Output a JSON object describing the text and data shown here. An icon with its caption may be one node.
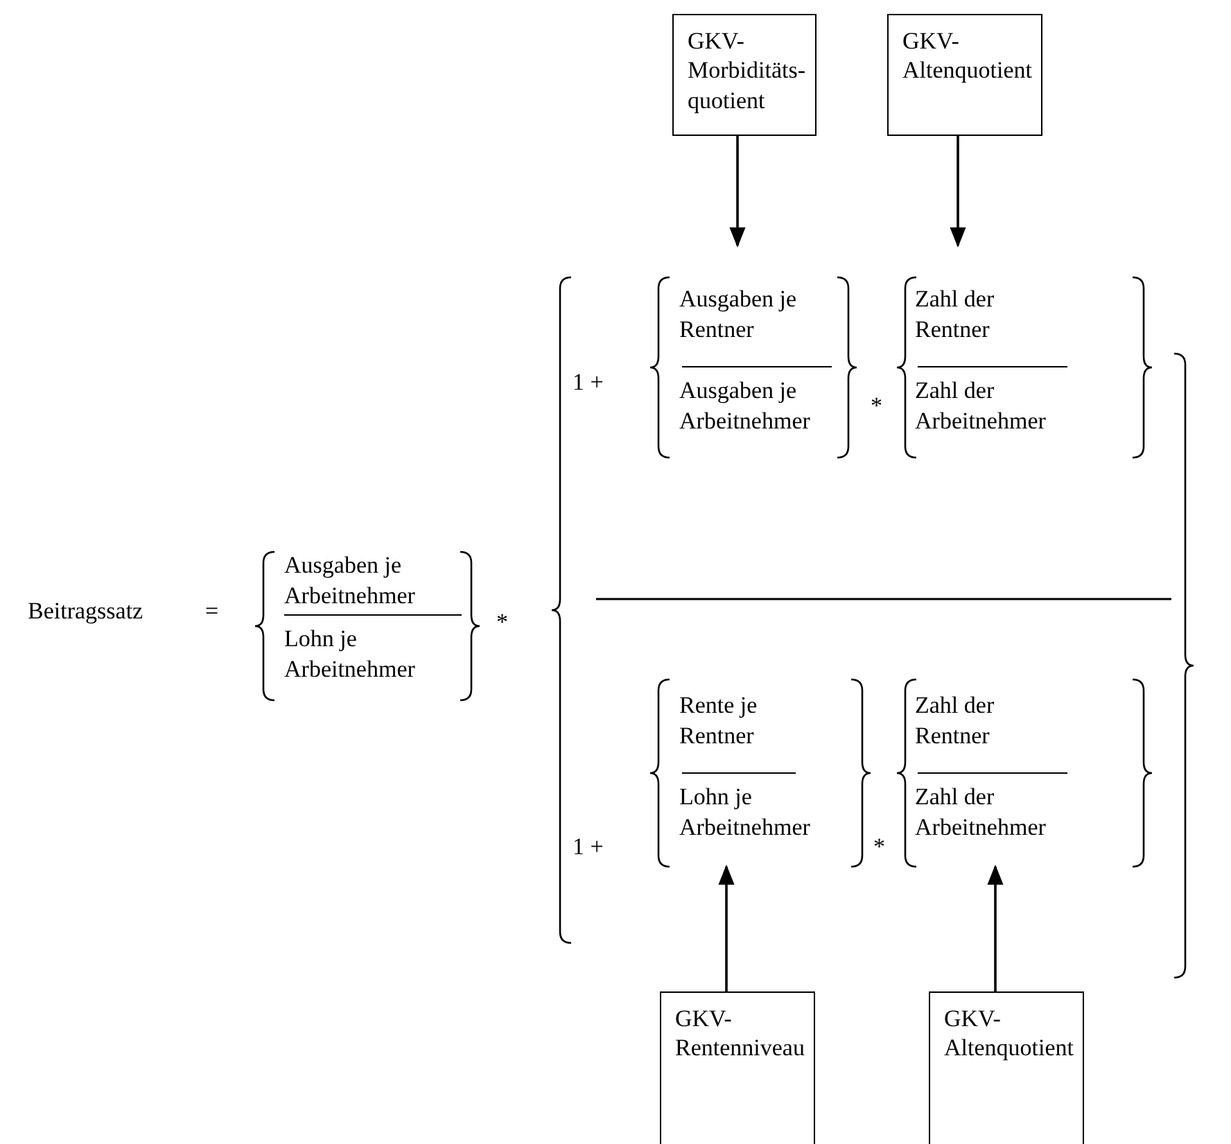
{
  "diagram": {
    "nodes": [
      {
        "text": [
          "GKV- Morbiditäts- quotient"
        ]
      },
      {
        "text": [
          "GKV- Altenquotient"
        ]
      },
      {
        "text": [
          "Ausgaben je Rentner",
          "Ausgaben je Arbeitnehmer"
        ]
      },
      {
        "text": [
          "Zahl der Rentner",
          "Zahl der Arbeitnehmer"
        ]
      },
      {
        "text": [
          "Rente je Rentner",
          "Lohn je Arbeitnehmer"
        ]
      },
      {
        "text": [
          "Zahl der Rentner",
          "Zahl der Arbeitnehmer"
        ]
      },
      {
        "text": [
          "GKV- Rentenniveau"
        ]
      },
      {
        "text": [
          "GKV- Altenquotient"
        ]
      }
    ],
    "edges": [
      {
        "from": 0,
        "to": 2,
        "arrow": "to"
      },
      {
        "from": 1,
        "to": 3,
        "arrow": "to"
      },
      {
        "from": 6,
        "to": 4,
        "arrow": "to"
      },
      {
        "from": 7,
        "to": 5,
        "arrow": "to"
      }
    ],
    "labels": [
      "1 +",
      "*",
      "Beitragssatz",
      "=",
      "Ausgaben je Arbeitnehmer",
      "Lohn je Arbeitnehmer",
      "*",
      "1 +",
      "*"
    ]
  }
}
